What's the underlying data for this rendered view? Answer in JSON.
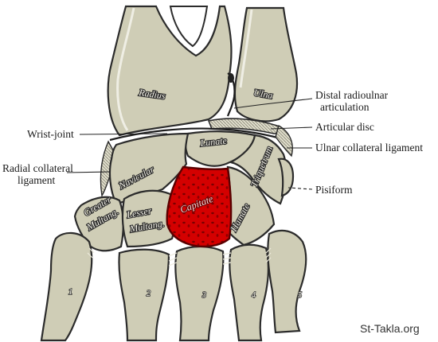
{
  "figure": {
    "accent_color": "#cc0000",
    "bone_color": "#cfcdb6"
  },
  "labels": {
    "distal_radioulnar": [
      "Distal radioulnar",
      "articulation"
    ],
    "articular_disc": "Articular disc",
    "wrist_joint": "Wrist-joint",
    "ulnar_collateral": "Ulnar collateral ligament",
    "radial_collateral": [
      "Radial collateral",
      "ligament"
    ],
    "pisiform": "Pisiform"
  },
  "bone_labels": {
    "radius": "Radius",
    "ulna": "Ulna",
    "lunate": "Lunate",
    "navicular": "Navicular",
    "triquetrum": "Triquetrum",
    "capitate": "Capitate",
    "hamate": "Hamate",
    "lesser_multang_1": "Lesser",
    "lesser_multang_2": "Multang.",
    "greater_multang_1": "Greater",
    "greater_multang_2": "Multang."
  },
  "metacarpal_numbers": [
    "1",
    "2",
    "3",
    "4",
    "5"
  ],
  "watermark": "St-Takla.org"
}
